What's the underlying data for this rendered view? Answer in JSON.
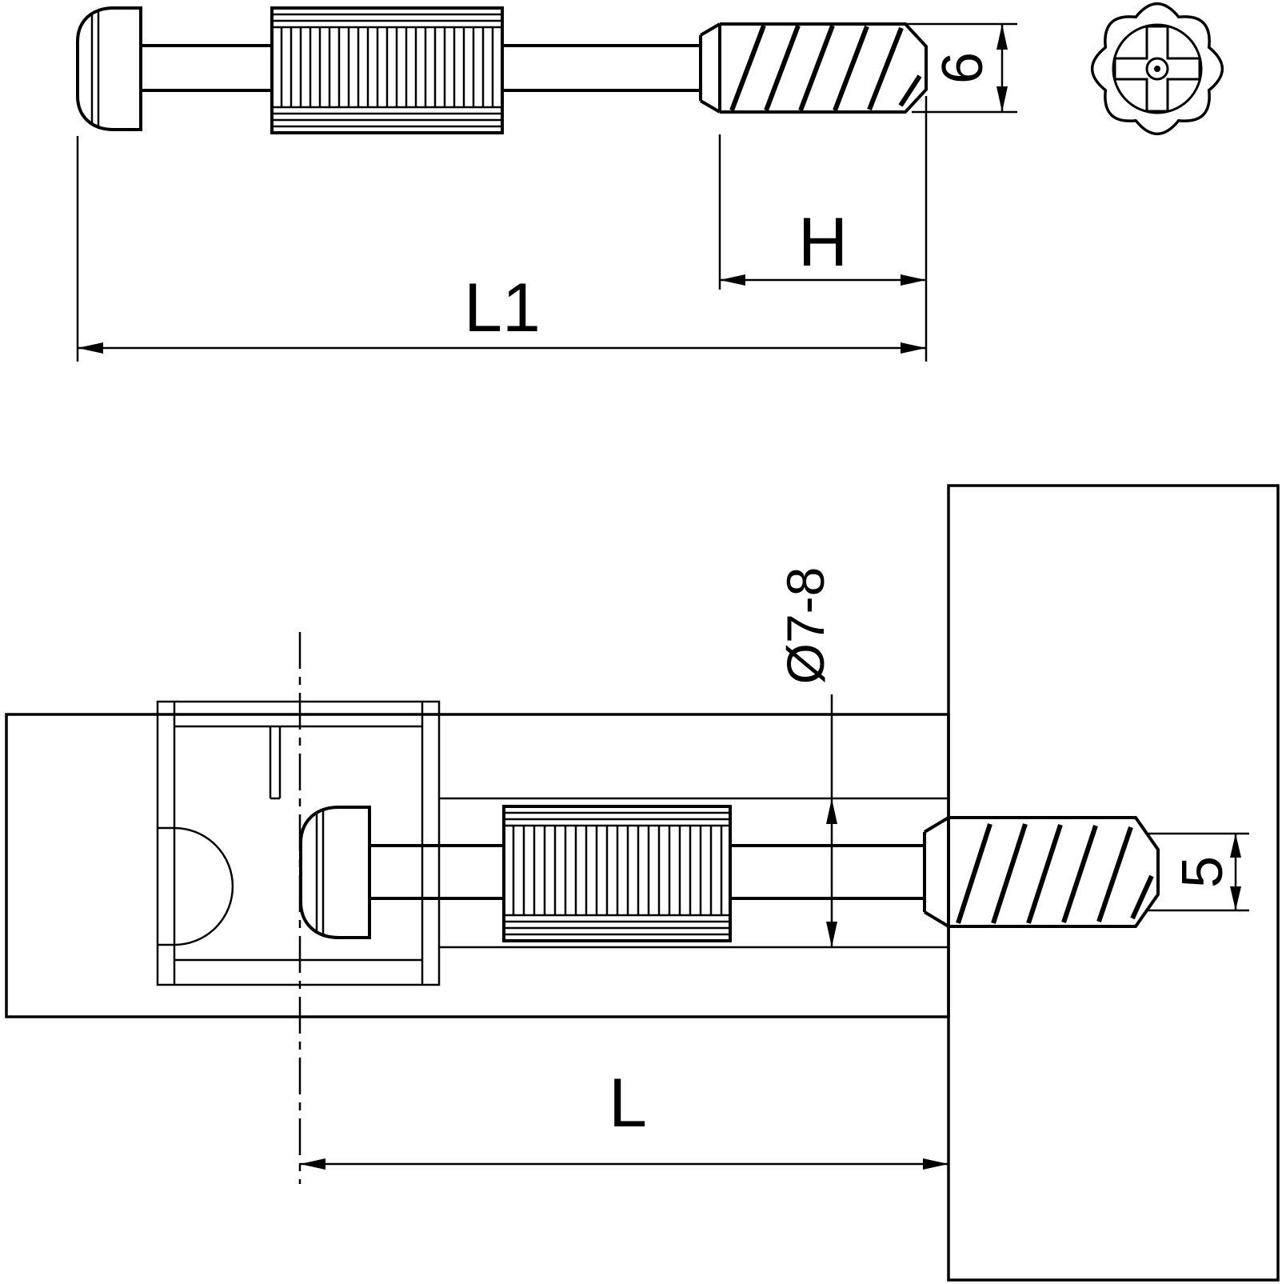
{
  "drawing": {
    "dimensions": {
      "thread_diameter": "6",
      "thread_length": "H",
      "overall_length": "L1",
      "bore_diameter": "Ø7-8",
      "screw_diameter": "5",
      "installed_length": "L"
    }
  }
}
